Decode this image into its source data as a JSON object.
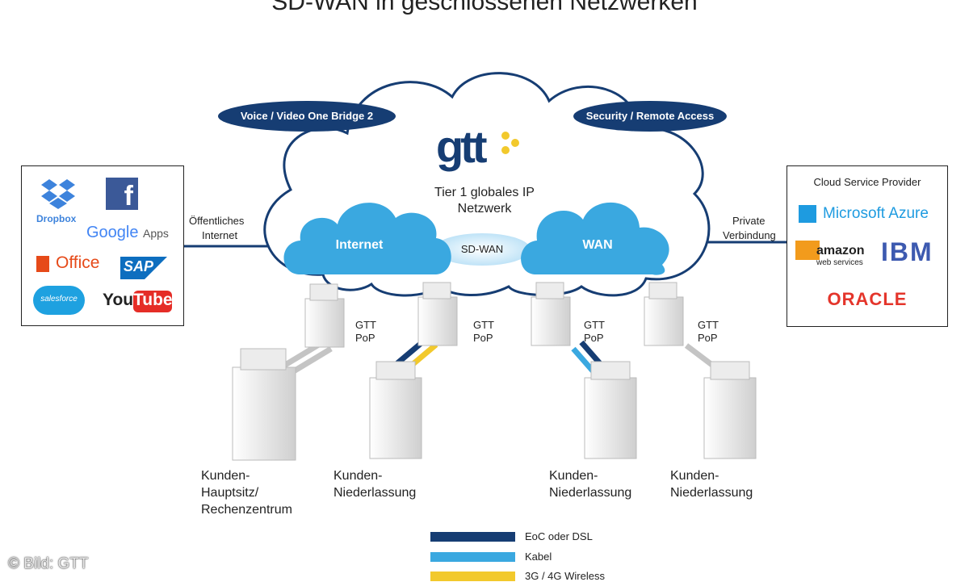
{
  "title": "SD-WAN in geschlossenen Netzwerken",
  "cloud": {
    "badge_left": "Voice / Video One Bridge 2",
    "badge_right": "Security / Remote Access",
    "logo": "gtt",
    "subtitle_line1": "Tier 1 globales IP",
    "subtitle_line2": "Netzwerk",
    "internet": "Internet",
    "wan": "WAN",
    "sdwan": "SD-WAN"
  },
  "left_panel": {
    "connection_line1": "Öffentliches",
    "connection_line2": "Internet",
    "apps": {
      "dropbox": "Dropbox",
      "facebook": "f",
      "google": "Google",
      "google_apps": "Apps",
      "office": "Office",
      "sap": "SAP",
      "salesforce": "salesforce",
      "youtube_you": "You",
      "youtube_tube": "Tube"
    }
  },
  "right_panel": {
    "header": "Cloud Service Provider",
    "connection_line1": "Private",
    "connection_line2": "Verbindung",
    "azure": "Microsoft Azure",
    "amazon": "amazon",
    "amazon_sub": "web services",
    "ibm": "IBM",
    "oracle": "ORACLE"
  },
  "pops": [
    {
      "line1": "GTT",
      "line2": "PoP"
    },
    {
      "line1": "GTT",
      "line2": "PoP"
    },
    {
      "line1": "GTT",
      "line2": "PoP"
    },
    {
      "line1": "GTT",
      "line2": "PoP"
    }
  ],
  "sites": [
    {
      "line1": "Kunden-",
      "line2": "Hauptsitz/",
      "line3": "Rechenzentrum"
    },
    {
      "line1": "Kunden-",
      "line2": "Niederlassung"
    },
    {
      "line1": "Kunden-",
      "line2": "Niederlassung"
    },
    {
      "line1": "Kunden-",
      "line2": "Niederlassung"
    }
  ],
  "legend": [
    {
      "label": "EoC oder DSL",
      "color": "#163d73"
    },
    {
      "label": "Kabel",
      "color": "#3aa8e0"
    },
    {
      "label": "3G / 4G Wireless",
      "color": "#f2c92c"
    }
  ],
  "colors": {
    "navy": "#163d73",
    "cloud_blue": "#3aa8e0",
    "building_gray": "#e4e4e4"
  },
  "copyright": "© Bild: GTT"
}
